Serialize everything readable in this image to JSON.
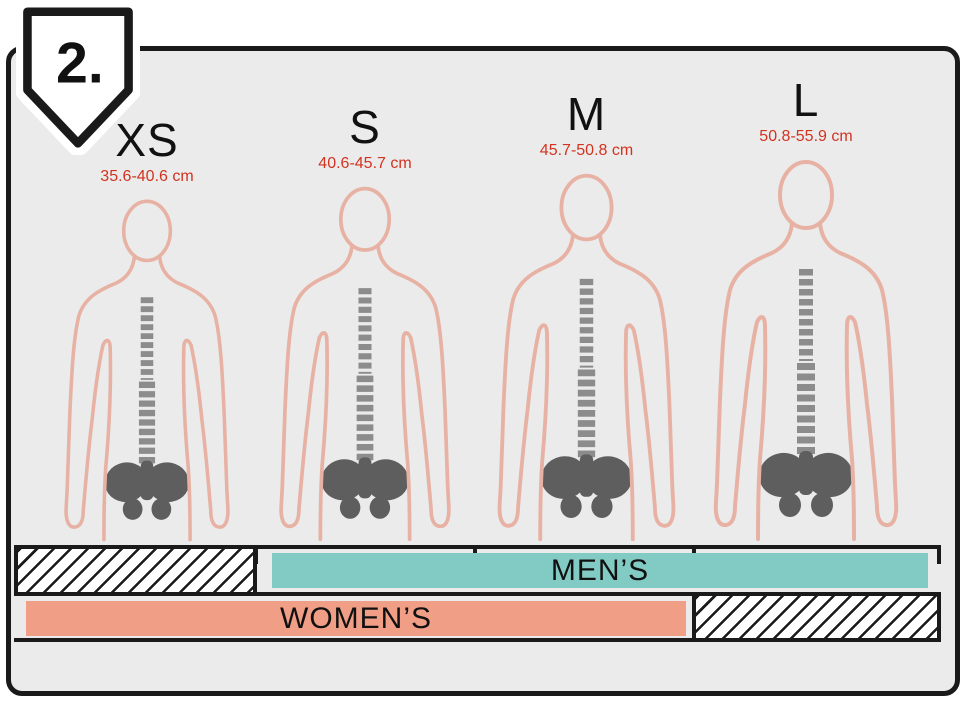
{
  "badge": {
    "number": "2."
  },
  "sizes": [
    {
      "label": "XS",
      "range_cm": "35.6-40.6 cm"
    },
    {
      "label": "S",
      "range_cm": "40.6-45.7 cm"
    },
    {
      "label": "M",
      "range_cm": "45.7-50.8 cm"
    },
    {
      "label": "L",
      "range_cm": "50.8-55.9 cm"
    }
  ],
  "ruler": {
    "mens_label": "MEN’S",
    "womens_label": "WOMEN’S",
    "mens_covers_sizes": [
      "S",
      "M",
      "L"
    ],
    "womens_covers_sizes": [
      "XS",
      "S",
      "M"
    ]
  },
  "colors": {
    "panel_background": "#ebebeb",
    "outline_black": "#1a1a1a",
    "range_text_red": "#d23321",
    "figure_outline_salmon": "#e7b2a4",
    "spine_gray": "#8c8c8c",
    "pelvis_gray": "#5e5e5e",
    "mens_bar_teal": "#82cbc4",
    "womens_bar_salmon": "#f19e87"
  }
}
